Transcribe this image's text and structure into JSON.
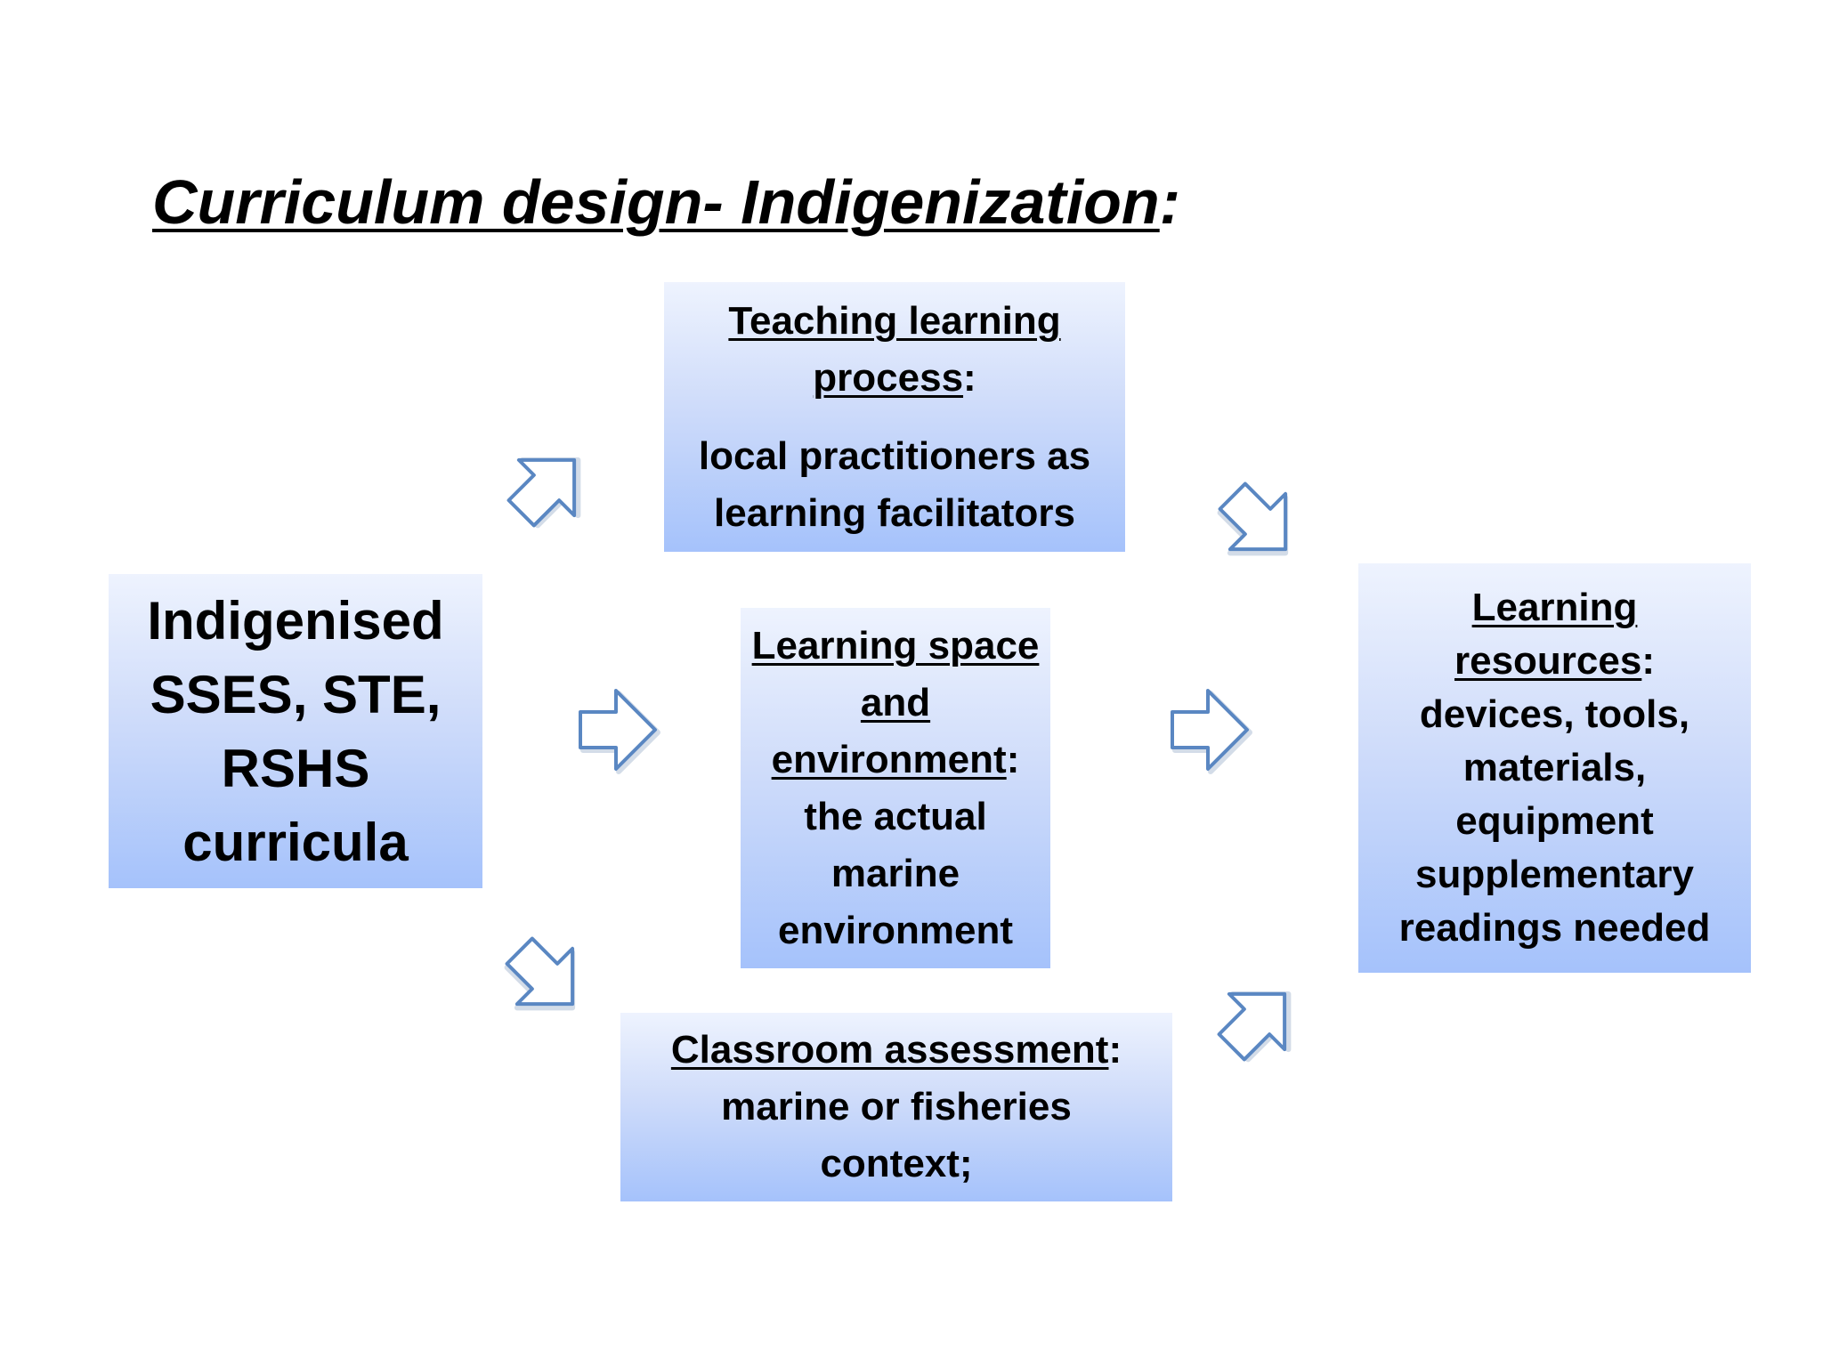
{
  "title": {
    "main": "Curriculum design- Indigenization",
    "suffix": ":"
  },
  "boxes": {
    "left": {
      "lines": [
        "Indigenised",
        "SSES, STE,",
        "RSHS",
        "curricula"
      ]
    },
    "top": {
      "heading_lines": [
        "Teaching learning",
        "process"
      ],
      "heading_suffix": ":",
      "body_lines": [
        "local practitioners as",
        "learning facilitators"
      ]
    },
    "middle": {
      "heading_lines": [
        "Learning space",
        "and",
        "environment"
      ],
      "heading_suffix": ":",
      "body_lines": [
        "the actual",
        "marine",
        "environment"
      ]
    },
    "bottom": {
      "heading": "Classroom assessment",
      "heading_suffix": ":",
      "body_lines": [
        "marine or fisheries",
        "context;"
      ]
    },
    "right": {
      "heading_lines": [
        "Learning",
        "resources"
      ],
      "heading_suffix": ":",
      "body_lines": [
        "devices, tools,",
        "materials,",
        "equipment",
        "supplementary",
        "readings needed"
      ]
    }
  },
  "colors": {
    "box_gradient_top": "#eef3fe",
    "box_gradient_bottom": "#a5c2fb",
    "arrow_stroke": "#5a87c2"
  },
  "arrows": [
    {
      "name": "arrow-left-to-top",
      "icon": "block-arrow-icon",
      "direction": "up-right"
    },
    {
      "name": "arrow-left-to-middle",
      "icon": "block-arrow-icon",
      "direction": "right"
    },
    {
      "name": "arrow-left-to-bottom",
      "icon": "block-arrow-icon",
      "direction": "down-right"
    },
    {
      "name": "arrow-top-to-right",
      "icon": "block-arrow-icon",
      "direction": "down-right"
    },
    {
      "name": "arrow-middle-to-right",
      "icon": "block-arrow-icon",
      "direction": "right"
    },
    {
      "name": "arrow-bottom-to-right",
      "icon": "block-arrow-icon",
      "direction": "up-right"
    }
  ]
}
